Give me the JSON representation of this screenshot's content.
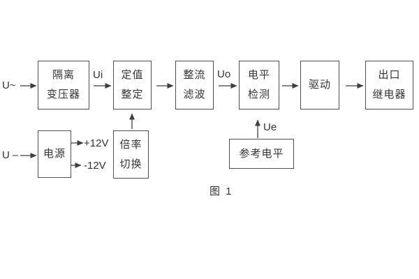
{
  "diagram": {
    "caption": "图 1",
    "blocks": {
      "isolation_transformer": {
        "line1": "隔离",
        "line2": "变压器"
      },
      "setting_adjustment": {
        "line1": "定值",
        "line2": "整定"
      },
      "rectifier_filter": {
        "line1": "整流",
        "line2": "滤波"
      },
      "level_detection": {
        "line1": "电平",
        "line2": "检测"
      },
      "driver": {
        "label": "驱动"
      },
      "output_relay": {
        "line1": "出口",
        "line2": "继电器"
      },
      "power_supply": {
        "label": "电源"
      },
      "ratio_switch": {
        "line1": "倍率",
        "line2": "切换"
      },
      "reference_level": {
        "label": "参考电平"
      }
    },
    "signals": {
      "ac_input": "U~",
      "dc_input": "U –",
      "ui": "Ui",
      "uo": "Uo",
      "ue": "Ue",
      "plus_12v": "+12V",
      "minus_12v": "-12V"
    },
    "colors": {
      "line": "#3f3f3f",
      "border": "#4f4f4f",
      "text": "#333333",
      "background": "#ffffff"
    }
  }
}
